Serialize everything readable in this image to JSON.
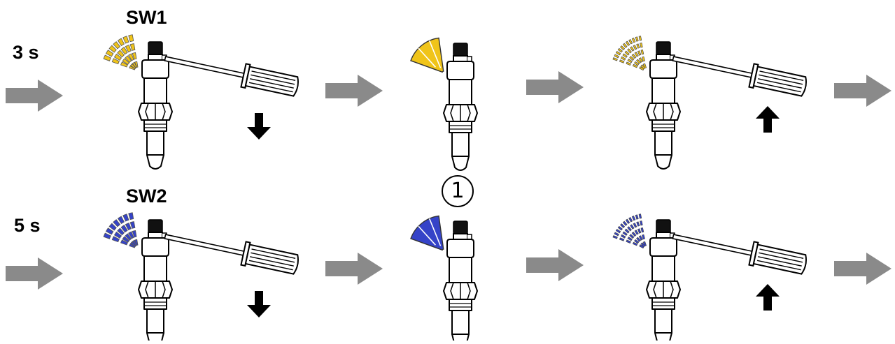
{
  "rows": [
    {
      "time_label": "3 s",
      "switch_label": "SW1",
      "led_color": "#f0c419",
      "screwdriver_direction": "down"
    },
    {
      "time_label": "5 s",
      "switch_label": "SW2",
      "led_color": "#3543c8",
      "screwdriver_direction": "down"
    }
  ],
  "callout": {
    "text": "1"
  },
  "colors": {
    "arrow": "#8a8a8a",
    "outline": "#000000",
    "background": "#ffffff"
  },
  "steps": [
    {
      "led_state": "flashing-segmented",
      "screwdriver": "inserted",
      "push_arrow": "down"
    },
    {
      "led_state": "solid",
      "screwdriver": "none",
      "push_arrow": "none"
    },
    {
      "led_state": "flashing-dotted",
      "screwdriver": "inserted",
      "push_arrow": "up"
    }
  ]
}
